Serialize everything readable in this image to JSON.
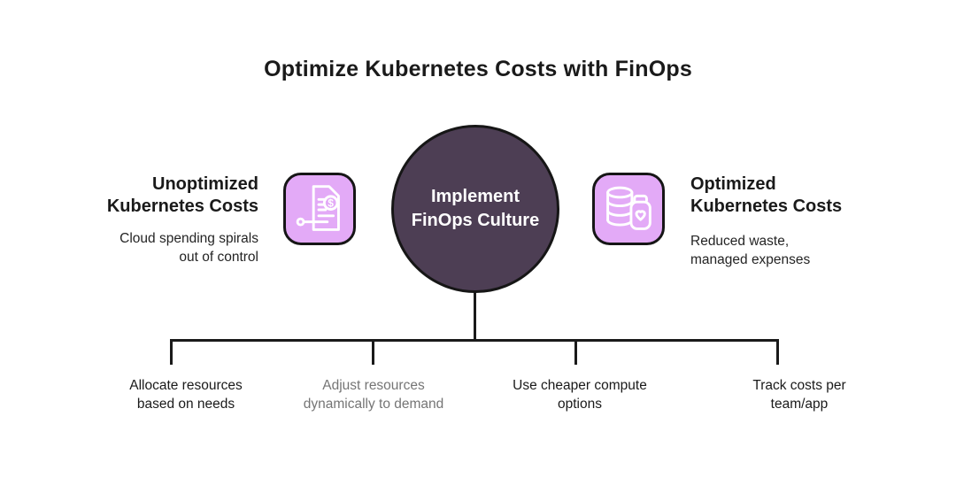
{
  "title": "Optimize Kubernetes Costs with FinOps",
  "center_node": {
    "line1": "Implement",
    "line2": "FinOps Culture"
  },
  "left_panel": {
    "icon": "invoice-dollar-icon",
    "heading_line1": "Unoptimized",
    "heading_line2": "Kubernetes Costs",
    "description": "Cloud spending spirals out of control"
  },
  "right_panel": {
    "icon": "coins-savings-jar-icon",
    "heading_line1": "Optimized",
    "heading_line2": "Kubernetes Costs",
    "description": "Reduced waste, managed expenses"
  },
  "branches": [
    {
      "label": "Allocate resources based on needs",
      "muted": false
    },
    {
      "label": "Adjust resources dynamically to demand",
      "muted": true
    },
    {
      "label": "Use cheaper compute options",
      "muted": false
    },
    {
      "label": "Track costs per team/app",
      "muted": false
    }
  ],
  "colors": {
    "background": "#ffffff",
    "text_dark": "#1a1a1a",
    "text_muted": "#757575",
    "circle_fill": "#4d3e54",
    "circle_text": "#ffffff",
    "tile_fill": "#e3aaf7",
    "outline": "#161616",
    "line": "#1a1a1a",
    "icon_stroke": "#ffffff"
  }
}
